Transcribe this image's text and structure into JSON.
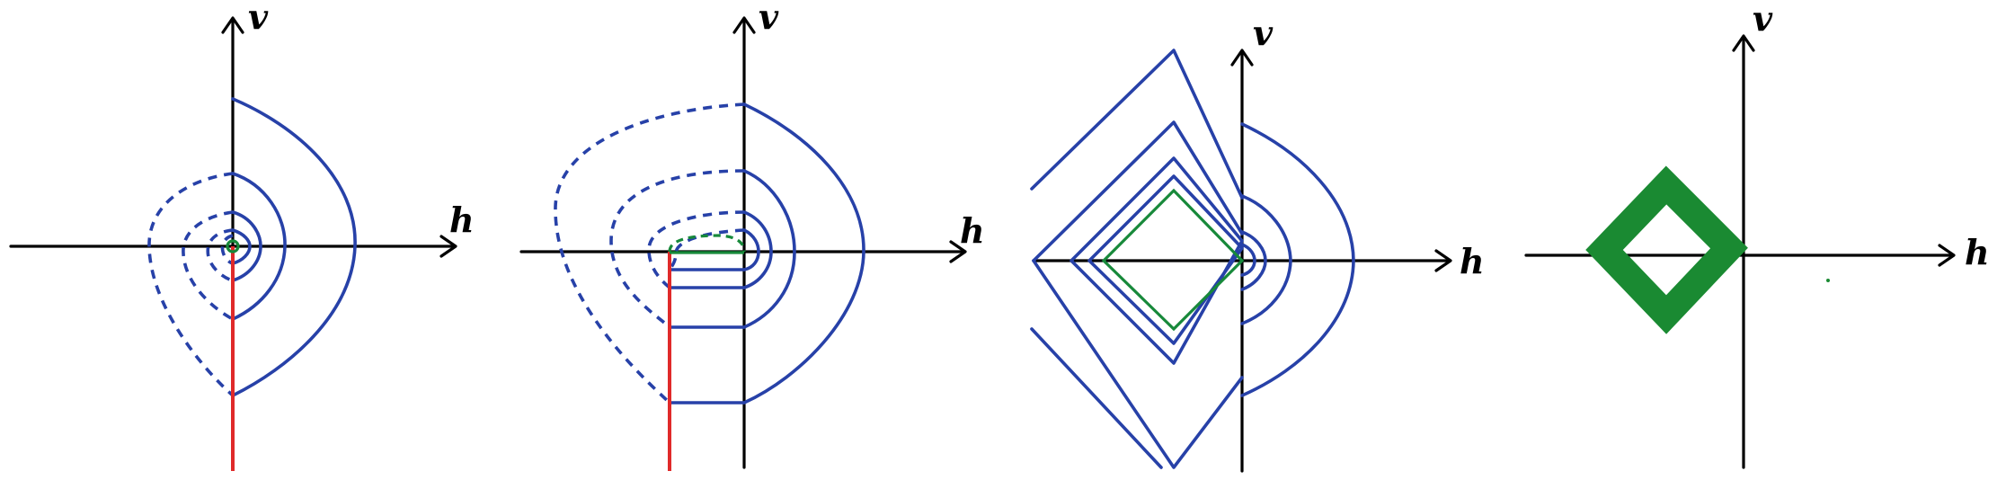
{
  "colors": {
    "axis": "#000000",
    "level_curve": "#2741a8",
    "constraint_line": "#e02a2a",
    "highlight": "#17893a"
  },
  "panels": [
    {
      "x_label": "h",
      "y_label": "v"
    },
    {
      "x_label": "h",
      "y_label": "v"
    },
    {
      "x_label": "h",
      "y_label": "v"
    },
    {
      "x_label": "h",
      "y_label": "v"
    }
  ]
}
